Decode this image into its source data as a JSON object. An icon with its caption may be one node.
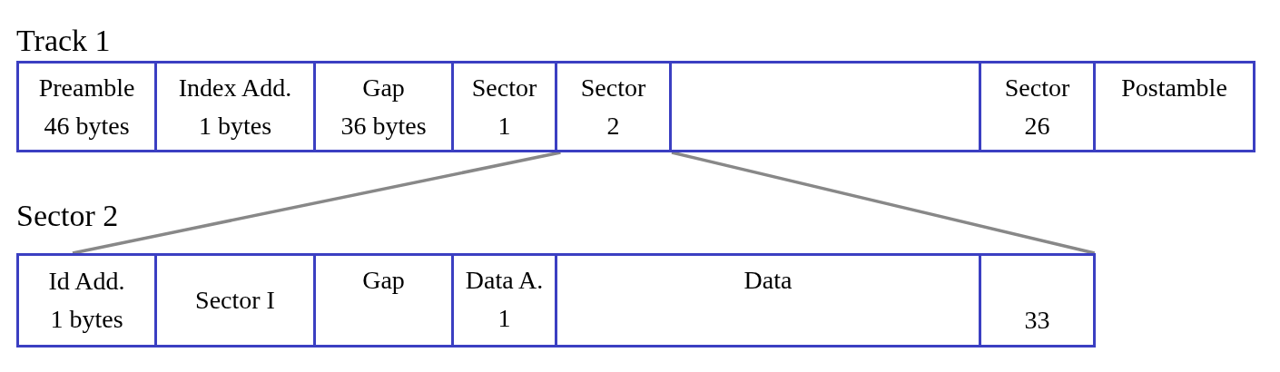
{
  "diagram": {
    "nodes": [
      {
        "text": [
          "Track 1"
        ]
      },
      {
        "text": [
          "Preamble",
          "46 bytes"
        ],
        "in": 0
      },
      {
        "text": [
          "Index Add.",
          "1 bytes"
        ],
        "in": 0
      },
      {
        "text": [
          "Gap",
          "36 bytes"
        ],
        "in": 0
      },
      {
        "text": [
          "Sector",
          "1"
        ],
        "in": 0
      },
      {
        "text": [
          "Sector",
          "2"
        ],
        "in": 0
      },
      {
        "text": [],
        "shape": "box",
        "in": 0
      },
      {
        "text": [
          "Sector",
          "26"
        ],
        "in": 0
      },
      {
        "text": [
          "Postamble"
        ],
        "in": 0
      },
      {
        "text": [
          "Sector 2"
        ]
      },
      {
        "text": [
          "Id Add.",
          "1 bytes"
        ],
        "in": 9
      },
      {
        "text": [
          "Sector I"
        ],
        "in": 9
      },
      {
        "text": [
          "Gap"
        ],
        "in": 9
      },
      {
        "text": [
          "Data A.",
          "1"
        ],
        "in": 9
      },
      {
        "text": [
          "Data"
        ],
        "in": 9
      },
      {
        "text": [
          "33"
        ],
        "in": 9
      }
    ],
    "edges": [
      {
        "from": 5,
        "to": 10,
        "arrow": "none"
      },
      {
        "from": 5,
        "to": 15,
        "arrow": "none"
      }
    ]
  }
}
